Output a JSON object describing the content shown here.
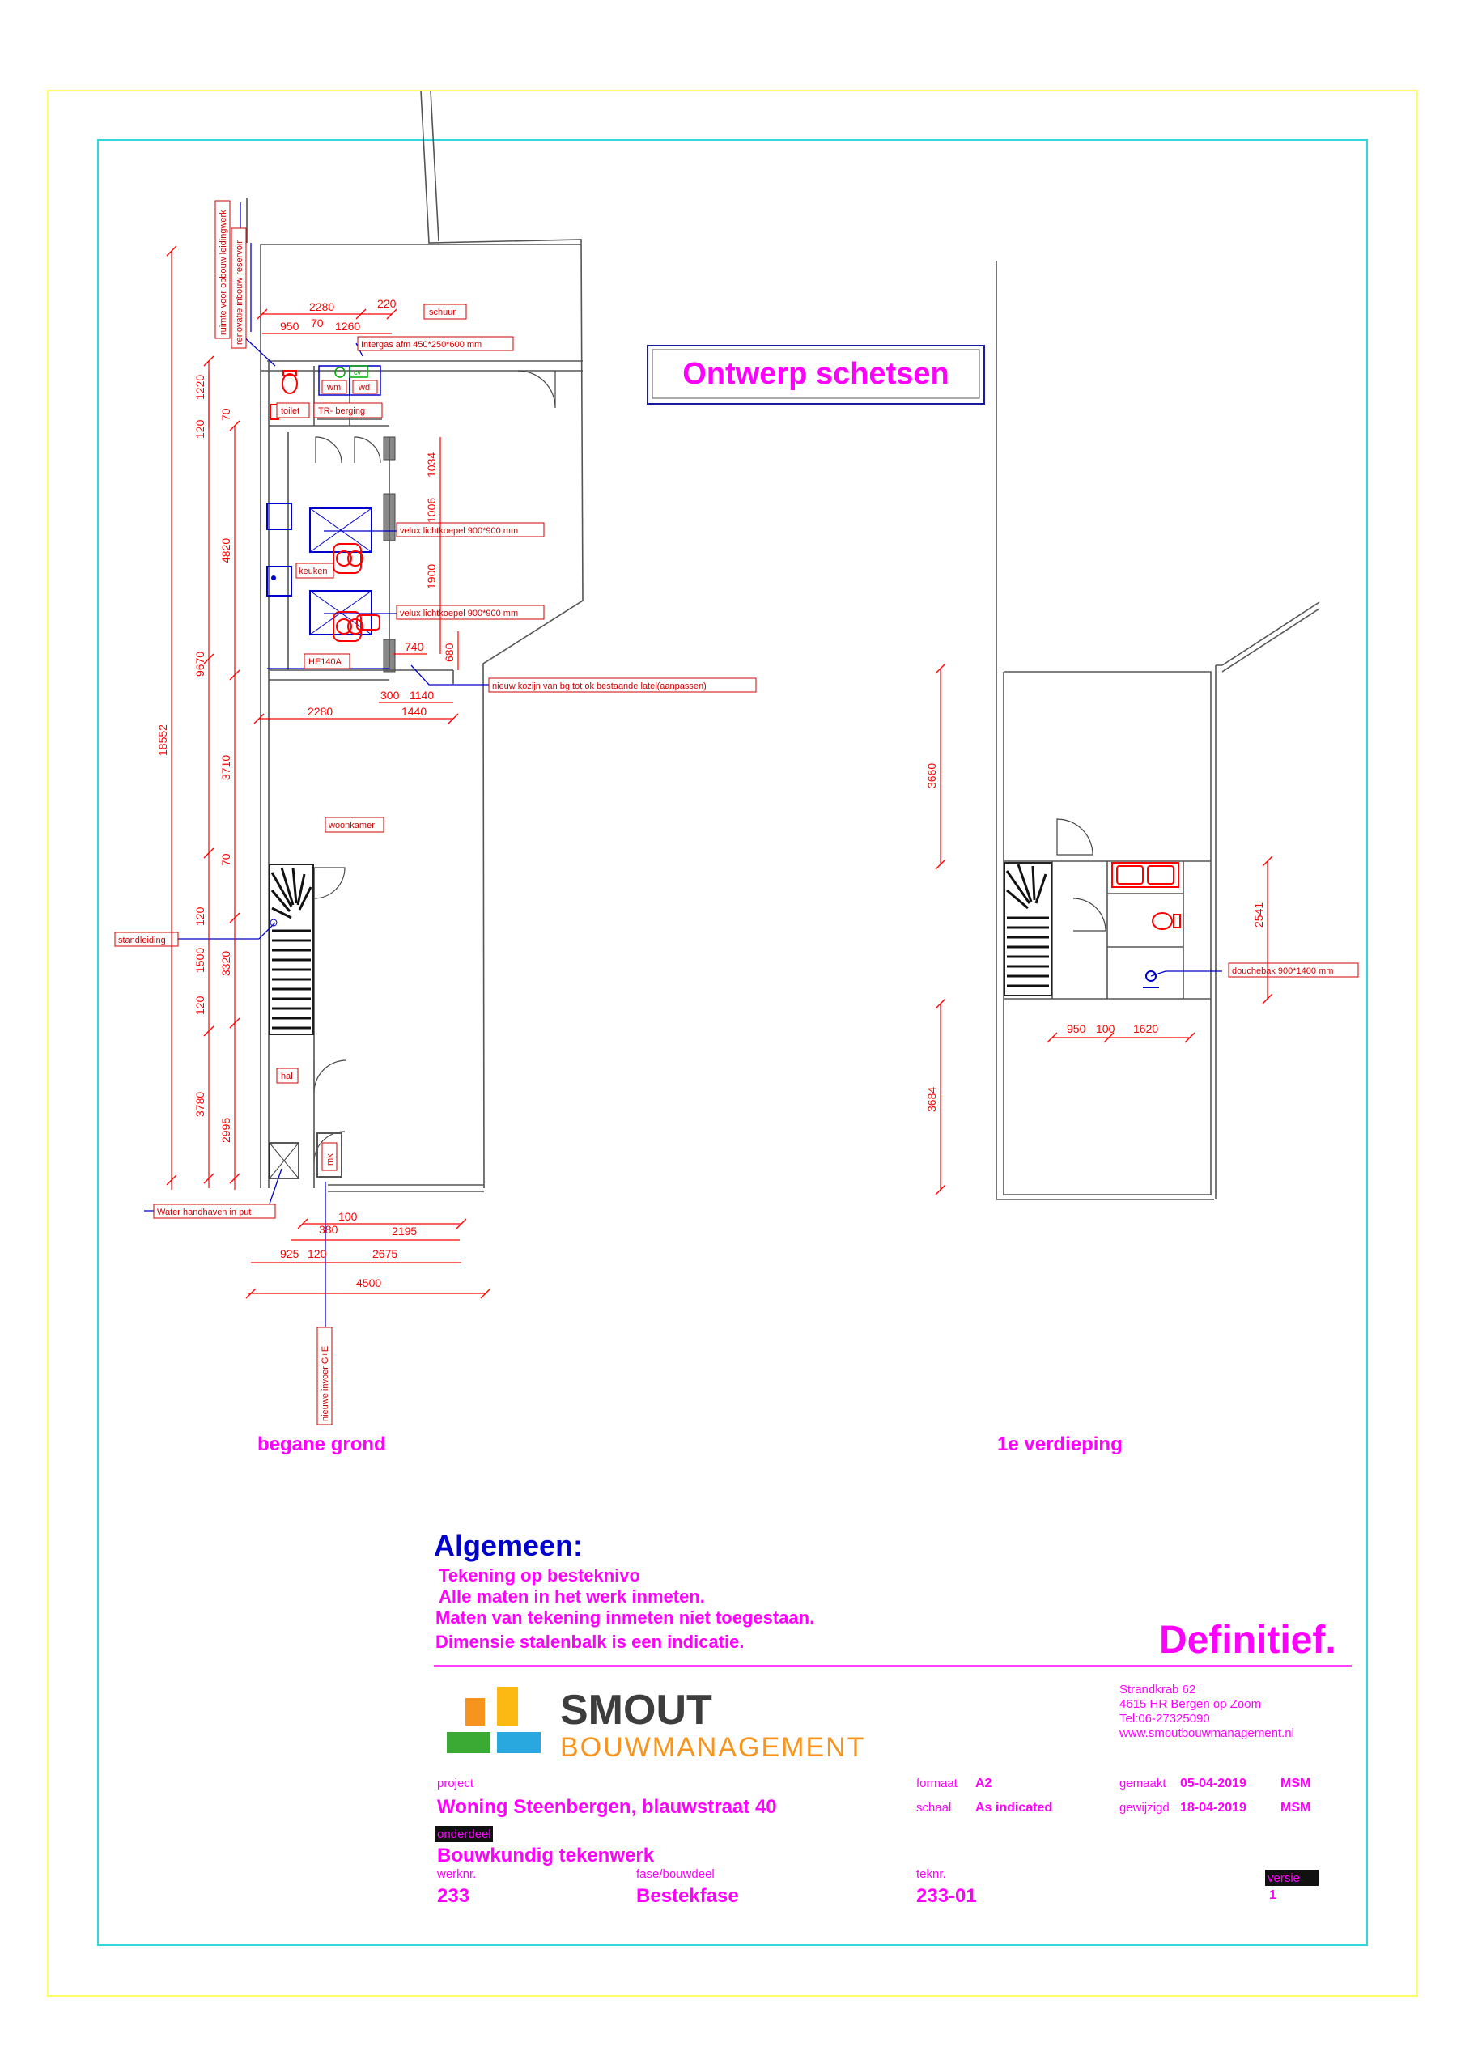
{
  "title_box": "Ontwerp schetsen",
  "views": {
    "ground": "begane grond",
    "first": "1e verdieping"
  },
  "rooms": {
    "schuur": "schuur",
    "toilet": "toilet",
    "berging": "TR- berging",
    "wm": "wm",
    "wd": "wd",
    "keuken": "keuken",
    "woonkamer": "woonkamer",
    "hal": "hal",
    "mk": "mk",
    "beam": "HE140A",
    "cv": "cv"
  },
  "annotations": {
    "intergas": "Intergas afm 450*250*600 mm",
    "velux1": "velux lichtkoepel 900*900 mm",
    "velux2": "velux lichtkoepel 900*900 mm",
    "kozijn": "nieuw kozijn van bg tot ok bestaande latel(aanpassen)",
    "standleiding": "standleiding",
    "water": "Water handhaven in put",
    "invoer": "nieuwe invoer G+E",
    "leiding1": "ruimte voor opbouw leidingwerk",
    "leiding2": "renovatie inbouw reservoir",
    "douchebak": "douchebak 900*1400 mm"
  },
  "dims_ground": {
    "d2280": "2280",
    "d220": "220",
    "d950": "950",
    "d70": "70",
    "d1260": "1260",
    "d1034": "1034",
    "d1006": "1006",
    "d1900": "1900",
    "d740": "740",
    "d680": "680",
    "d300": "300",
    "d1140": "1140",
    "d2280b": "2280",
    "d1440": "1440",
    "v18552": "18552",
    "v9670": "9670",
    "v1220": "1220",
    "v70": "70",
    "v120": "120",
    "v4820": "4820",
    "v3710": "3710",
    "v70b": "70",
    "v120b": "120",
    "v1500": "1500",
    "v3320": "3320",
    "v120c": "120",
    "v3780": "3780",
    "v2995": "2995",
    "b100": "100",
    "b380": "380",
    "b2195": "2195",
    "b925": "925",
    "b120": "120",
    "b2675": "2675",
    "b4500": "4500"
  },
  "dims_first": {
    "v3660": "3660",
    "v3684": "3684",
    "v2541": "2541",
    "h950": "950",
    "h100": "100",
    "h1620": "1620"
  },
  "general": {
    "heading": "Algemeen:",
    "lines": [
      "Tekening op besteknivo",
      "Alle maten in het werk inmeten.",
      "Maten van tekening inmeten niet toegestaan.",
      "Dimensie stalenbalk is een indicatie."
    ],
    "status": "Definitief."
  },
  "company": {
    "name1": "SMOUT",
    "name2": "BOUWMANAGEMENT",
    "address": [
      "Strandkrab 62",
      "4615 HR Bergen op Zoom",
      "Tel:06-27325090",
      "www.smoutbouwmanagement.nl"
    ],
    "logo_colors": [
      "#f7941d",
      "#fdb913",
      "#3aaa35",
      "#29a8e0"
    ]
  },
  "titleblock": {
    "project_label": "project",
    "project": "Woning Steenbergen, blauwstraat 40",
    "onderdeel_label": "onderdeel",
    "onderdeel": "Bouwkundig tekenwerk",
    "werknr_label": "werknr.",
    "werknr": "233",
    "fase_label": "fase/bouwdeel",
    "fase": "Bestekfase",
    "formaat_label": "formaat",
    "formaat": "A2",
    "schaal_label": "schaal",
    "schaal": "As indicated",
    "teknr_label": "teknr.",
    "teknr": "233-01",
    "gemaakt_label": "gemaakt",
    "gemaakt": "05-04-2019",
    "gemaakt_by": "MSM",
    "gewijzigd_label": "gewijzigd",
    "gewijzigd": "18-04-2019",
    "gewijzigd_by": "MSM",
    "versie_label": "versie",
    "versie": "1"
  }
}
